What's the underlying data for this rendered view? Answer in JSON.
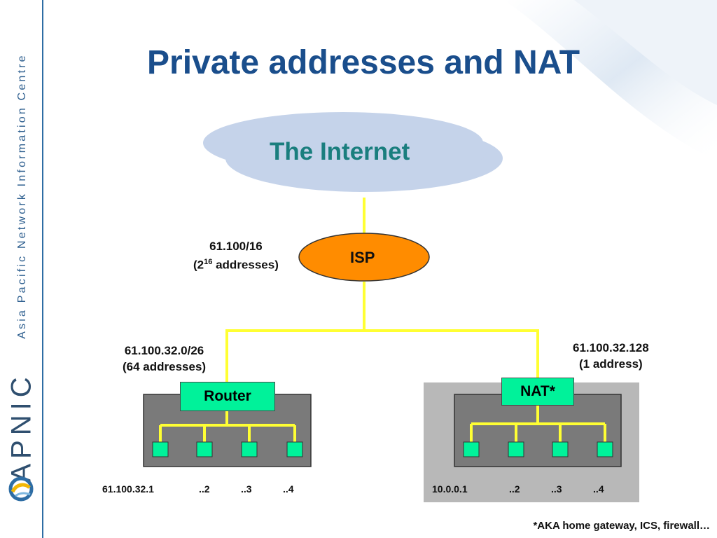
{
  "title": "Private addresses and NAT",
  "sidebar": {
    "org_name": "Asia Pacific Network Information Centre",
    "logo_text": "APNIC"
  },
  "diagram": {
    "internet_label": "The Internet",
    "isp_label": "ISP",
    "isp_prefix": "61.100/16",
    "isp_addresses_prefix": "(2",
    "isp_addresses_exp": "16",
    "isp_addresses_suffix": " addresses)",
    "router": {
      "label": "Router",
      "prefix": "61.100.32.0/26",
      "count": "(64 addresses)",
      "hosts": [
        "61.100.32.1",
        "..2",
        "..3",
        "..4"
      ]
    },
    "nat": {
      "label": "NAT*",
      "prefix": "61.100.32.128",
      "count": "(1 address)",
      "hosts": [
        "10.0.0.1",
        "..2",
        "..3",
        "..4"
      ]
    }
  },
  "footnote": "*AKA home gateway, ICS, firewall…",
  "colors": {
    "title": "#1a4e8c",
    "cloud_fill": "#c5d3ea",
    "cloud_text": "#1a7e7e",
    "isp_fill": "#ff8c00",
    "link": "#ffff33",
    "host": "#00f29a",
    "lan_fill": "#7a7a7a",
    "nat_zone": "#b8b8b8"
  }
}
